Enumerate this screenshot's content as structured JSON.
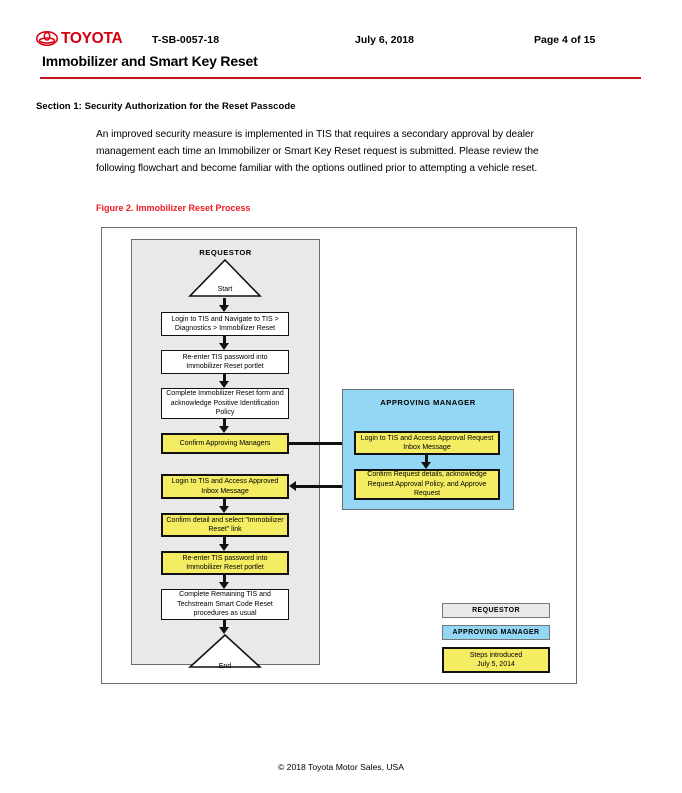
{
  "header": {
    "logo_alt": "TOYOTA",
    "logo_wordmark": "TOYOTA",
    "bulletin_number": "T-SB-0057-18",
    "date": "July 6, 2018",
    "page_label": "Page 4 of 15",
    "brand_red": "#D4000F"
  },
  "document": {
    "title": "Immobilizer and Smart Key Reset",
    "rule_color": "#C3161C"
  },
  "section": {
    "heading": "Section 1: Security Authorization for the Reset Passcode",
    "paragraph": "An improved security measure is implemented in TIS that requires a secondary approval by dealer management each time an Immobilizer or Smart Key Reset request is submitted. Please review the following flowchart and become familiar with the options outlined prior to attempting a vehicle reset."
  },
  "figure": {
    "caption": "Figure 2. Immobilizer Reset Process",
    "caption_color": "#ED1C24",
    "lanes": {
      "requestor": {
        "title": "REQUESTOR",
        "fill": "#E9E9E9"
      },
      "manager": {
        "title": "APPROVING MANAGER",
        "fill": "#93D7F5"
      }
    },
    "nodes": {
      "start": "Start",
      "r1": "Login to TIS and Navigate to TIS > Diagnostics > Immobilizer Reset",
      "r2": "Re-enter TIS password into Immobilizer Reset portlet",
      "r3": "Complete Immobilizer Reset form and acknowledge Positive Identification Policy",
      "r4": "Confirm Approving Managers",
      "r5": "Login to TIS and Access Approved Inbox Message",
      "r6": "Confirm detail and select \"Immobilizer Reset\" link",
      "r7": "Re-enter TIS password into Immobilizer Reset portlet",
      "r8": "Complete Remaining TIS and Techstream Smart Code Reset procedures as usual",
      "end": "End",
      "m1": "Login to TIS and Access Approval Request Inbox Message",
      "m2": "Confirm Request details, acknowledge Request Approval Policy, and Approve Request"
    },
    "highlight_fill": "#F4EC63",
    "legend": [
      {
        "label": "REQUESTOR",
        "style": "req"
      },
      {
        "label": "APPROVING MANAGER",
        "style": "mgr"
      },
      {
        "label": "Steps introduced July 5, 2014",
        "style": "steps"
      }
    ],
    "legend_steps_line1": "Steps introduced",
    "legend_steps_line2": "July 5, 2014"
  },
  "footer": {
    "copyright": "© 2018 Toyota Motor Sales, USA"
  }
}
